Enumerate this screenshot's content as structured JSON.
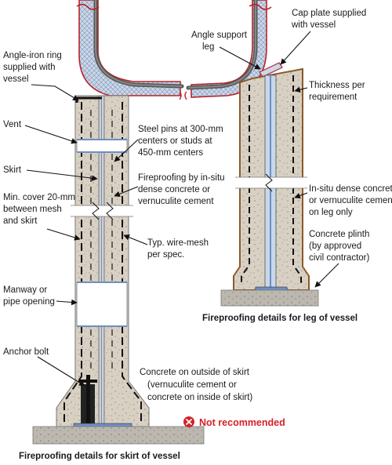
{
  "skirt_labels": {
    "angle_iron": [
      "Angle-iron ring",
      "supplied with",
      "vessel"
    ],
    "vent": "Vent",
    "skirt": "Skirt",
    "min_cover": [
      "Min. cover 20-mm",
      "between mesh",
      "and skirt"
    ],
    "manway": [
      "Manway or",
      "pipe opening"
    ],
    "anchor_bolt": "Anchor bolt",
    "steel_pins": [
      "Steel pins at  300-mm",
      "centers or studs at",
      "450-mm centers"
    ],
    "fireproofing": [
      "Fireproofing by in-situ",
      "dense concrete or",
      "vernuculite cement"
    ],
    "wire_mesh": [
      "Typ. wire-mesh",
      "per spec."
    ],
    "concrete_outside": [
      "Concrete on outside of skirt",
      "(vernuculite cement or",
      "concrete on inside of skirt)"
    ],
    "not_recommended": "Not recommended",
    "caption": "Fireproofing details for skirt of vessel"
  },
  "leg_labels": {
    "angle_support": [
      "Angle support",
      "leg"
    ],
    "cap_plate": [
      "Cap plate supplied",
      "with vessel"
    ],
    "thickness": [
      "Thickness per",
      "requirement"
    ],
    "in_situ": [
      "In-situ dense concrete",
      "or vernuculite cement",
      "on leg only"
    ],
    "plinth": [
      "Concrete plinth",
      "(by approved",
      "civil contractor)"
    ],
    "caption": "Fireproofing details for leg of vessel"
  },
  "colors": {
    "concrete": "#d7cfc2",
    "insulation": "#c9d7ea",
    "vessel_outline": "#b8232a",
    "steel": "#5a5a5a",
    "ground": "#b9b4ab",
    "warning": "#d4222a",
    "leg_coating": "#8b5a2b"
  },
  "icons": {
    "not_recommended": "x-circle-icon"
  }
}
